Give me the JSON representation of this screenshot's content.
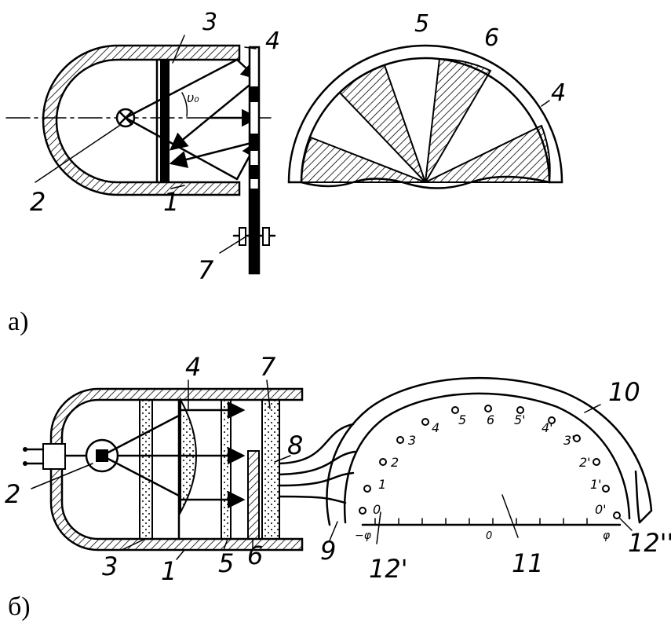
{
  "part_a": {
    "caption": "а)",
    "labels": {
      "n1": "1",
      "n2": "2",
      "n3": "3",
      "n4": "4",
      "n7": "7",
      "angle": "υ₀",
      "fan4": "4",
      "fan5": "5",
      "fan6": "6"
    }
  },
  "part_b": {
    "caption": "б)",
    "labels": {
      "n1": "1",
      "n2": "2",
      "n3": "3",
      "n4": "4",
      "n5": "5",
      "n6": "6",
      "n7": "7",
      "n8": "8",
      "n9": "9",
      "n10": "10",
      "n11": "11",
      "n12a": "12'",
      "n12b": "12''"
    },
    "scale_left": [
      "0",
      "1",
      "2",
      "3",
      "4",
      "5",
      "6"
    ],
    "scale_right": [
      "0'",
      "1'",
      "2'",
      "3'",
      "4'",
      "5'"
    ],
    "axis_labels": {
      "minus_phi": "−φ",
      "zero": "0",
      "phi": "φ"
    }
  }
}
